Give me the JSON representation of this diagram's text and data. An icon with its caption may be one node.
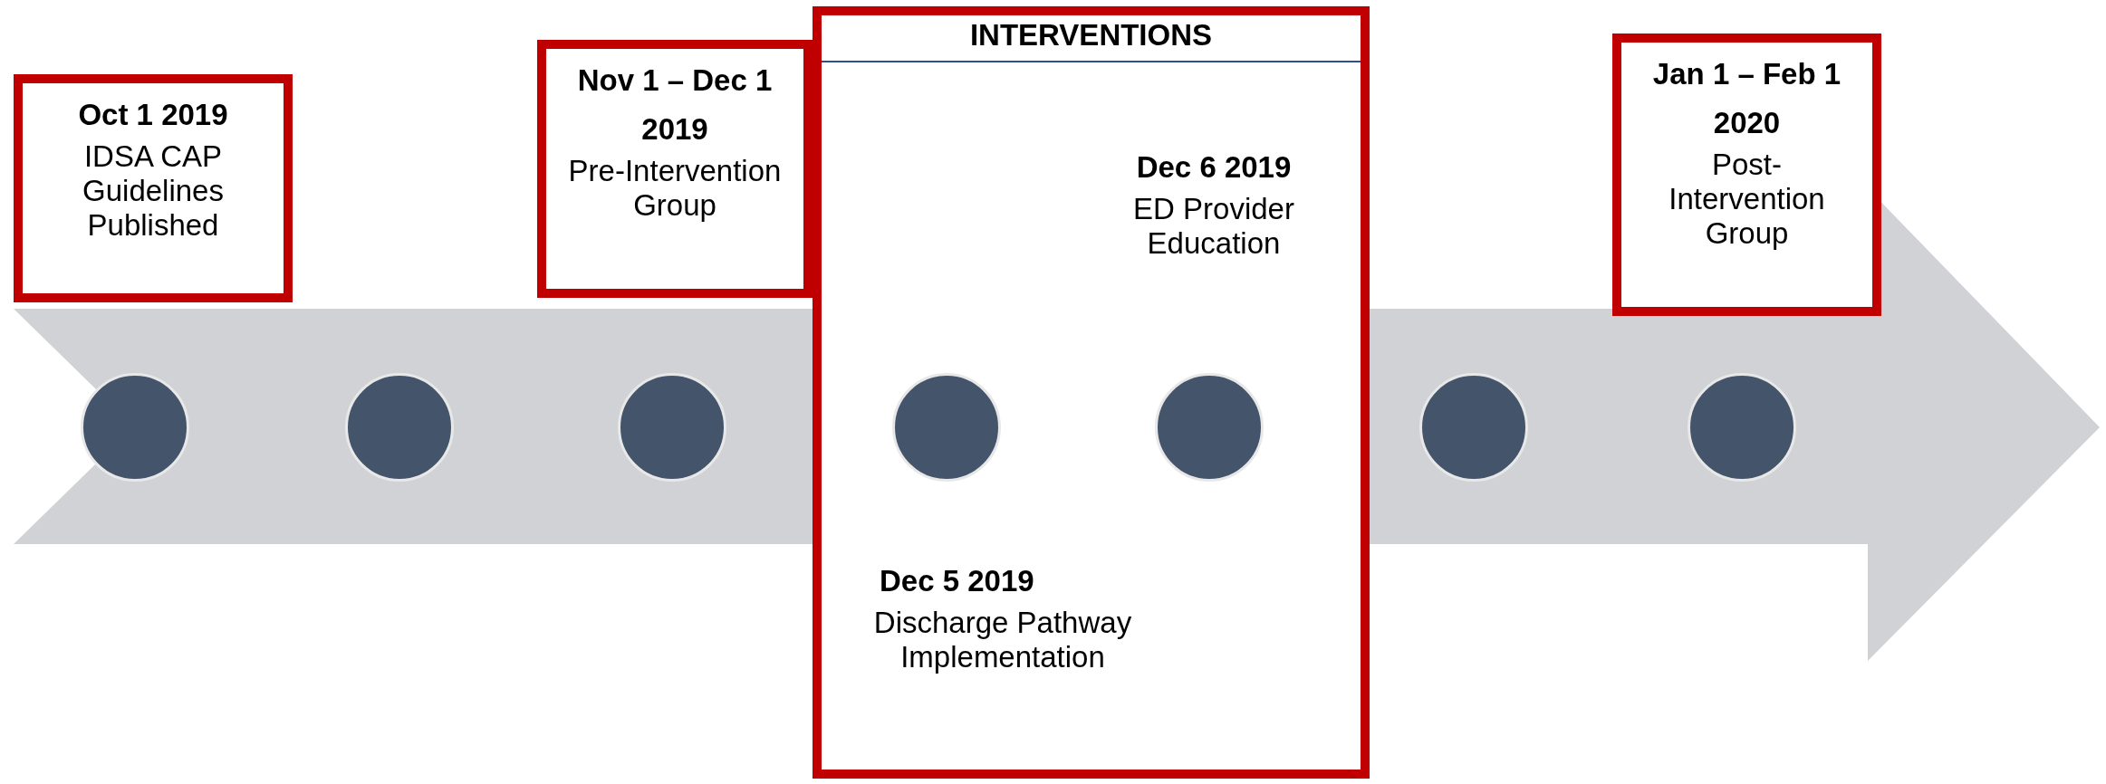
{
  "diagram": {
    "nodes": [
      {
        "text": [
          "Oct 1 2019",
          "IDSA CAP Guidelines Published"
        ]
      },
      {
        "text": [
          "Nov 1 – Dec 1 2019",
          "Pre-Intervention Group"
        ]
      },
      {
        "text": [
          "INTERVENTIONS"
        ]
      },
      {
        "text": [
          "Dec 6 2019",
          "ED Provider Education"
        ],
        "in": 2
      },
      {
        "text": [
          "Dec 5 2019",
          "Discharge Pathway Implementation"
        ],
        "in": 2
      },
      {
        "text": [
          "Jan 1 – Feb 1 2020",
          "Post-Intervention Group"
        ]
      },
      {
        "text": [],
        "shape": "circle"
      },
      {
        "text": [],
        "shape": "circle"
      },
      {
        "text": [],
        "shape": "circle"
      },
      {
        "text": [],
        "shape": "circle",
        "in": 2
      },
      {
        "text": [],
        "shape": "circle",
        "in": 2
      },
      {
        "text": [],
        "shape": "circle"
      },
      {
        "text": [],
        "shape": "circle"
      }
    ]
  }
}
